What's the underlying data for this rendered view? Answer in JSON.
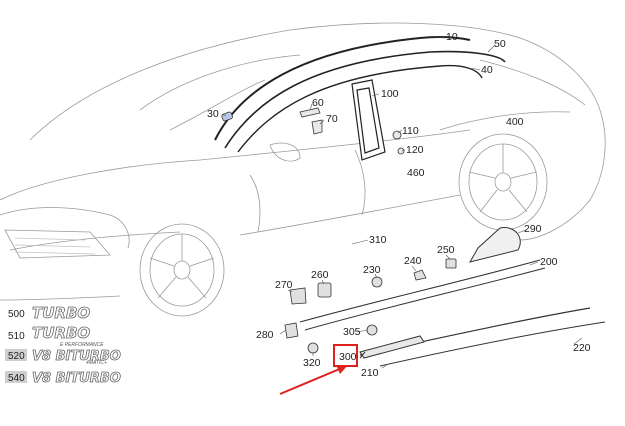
{
  "callouts": [
    {
      "id": "c10",
      "label": "10"
    },
    {
      "id": "c50",
      "label": "50"
    },
    {
      "id": "c40",
      "label": "40"
    },
    {
      "id": "c100",
      "label": "100"
    },
    {
      "id": "c60",
      "label": "60"
    },
    {
      "id": "c70",
      "label": "70"
    },
    {
      "id": "c30",
      "label": "30"
    },
    {
      "id": "c110",
      "label": "110"
    },
    {
      "id": "c120",
      "label": "120"
    },
    {
      "id": "c400",
      "label": "400"
    },
    {
      "id": "c460",
      "label": "460"
    },
    {
      "id": "c310",
      "label": "310"
    },
    {
      "id": "c290",
      "label": "290"
    },
    {
      "id": "c250",
      "label": "250"
    },
    {
      "id": "c240",
      "label": "240"
    },
    {
      "id": "c200",
      "label": "200"
    },
    {
      "id": "c230",
      "label": "230"
    },
    {
      "id": "c270",
      "label": "270"
    },
    {
      "id": "c260",
      "label": "260"
    },
    {
      "id": "c280",
      "label": "280"
    },
    {
      "id": "c305",
      "label": "305"
    },
    {
      "id": "c320",
      "label": "320"
    },
    {
      "id": "c300",
      "label": "300"
    },
    {
      "id": "c210",
      "label": "210"
    },
    {
      "id": "c220",
      "label": "220"
    }
  ],
  "emblems": [
    {
      "number": "500",
      "text": "TURBO",
      "sub": ""
    },
    {
      "number": "510",
      "text": "TURBO",
      "sub": "E PERFORMANCE"
    },
    {
      "number": "520",
      "text": "V8 BITURBO",
      "sub": "4MATIC+"
    },
    {
      "number": "540",
      "text": "V8 BITURBO",
      "sub": ""
    }
  ],
  "highlight": {
    "label": "300",
    "color": "#e0201b"
  },
  "colors": {
    "line": "#555555",
    "arrow": "#e0201b",
    "part": "#333333",
    "ghost": "#bbbbbb"
  }
}
